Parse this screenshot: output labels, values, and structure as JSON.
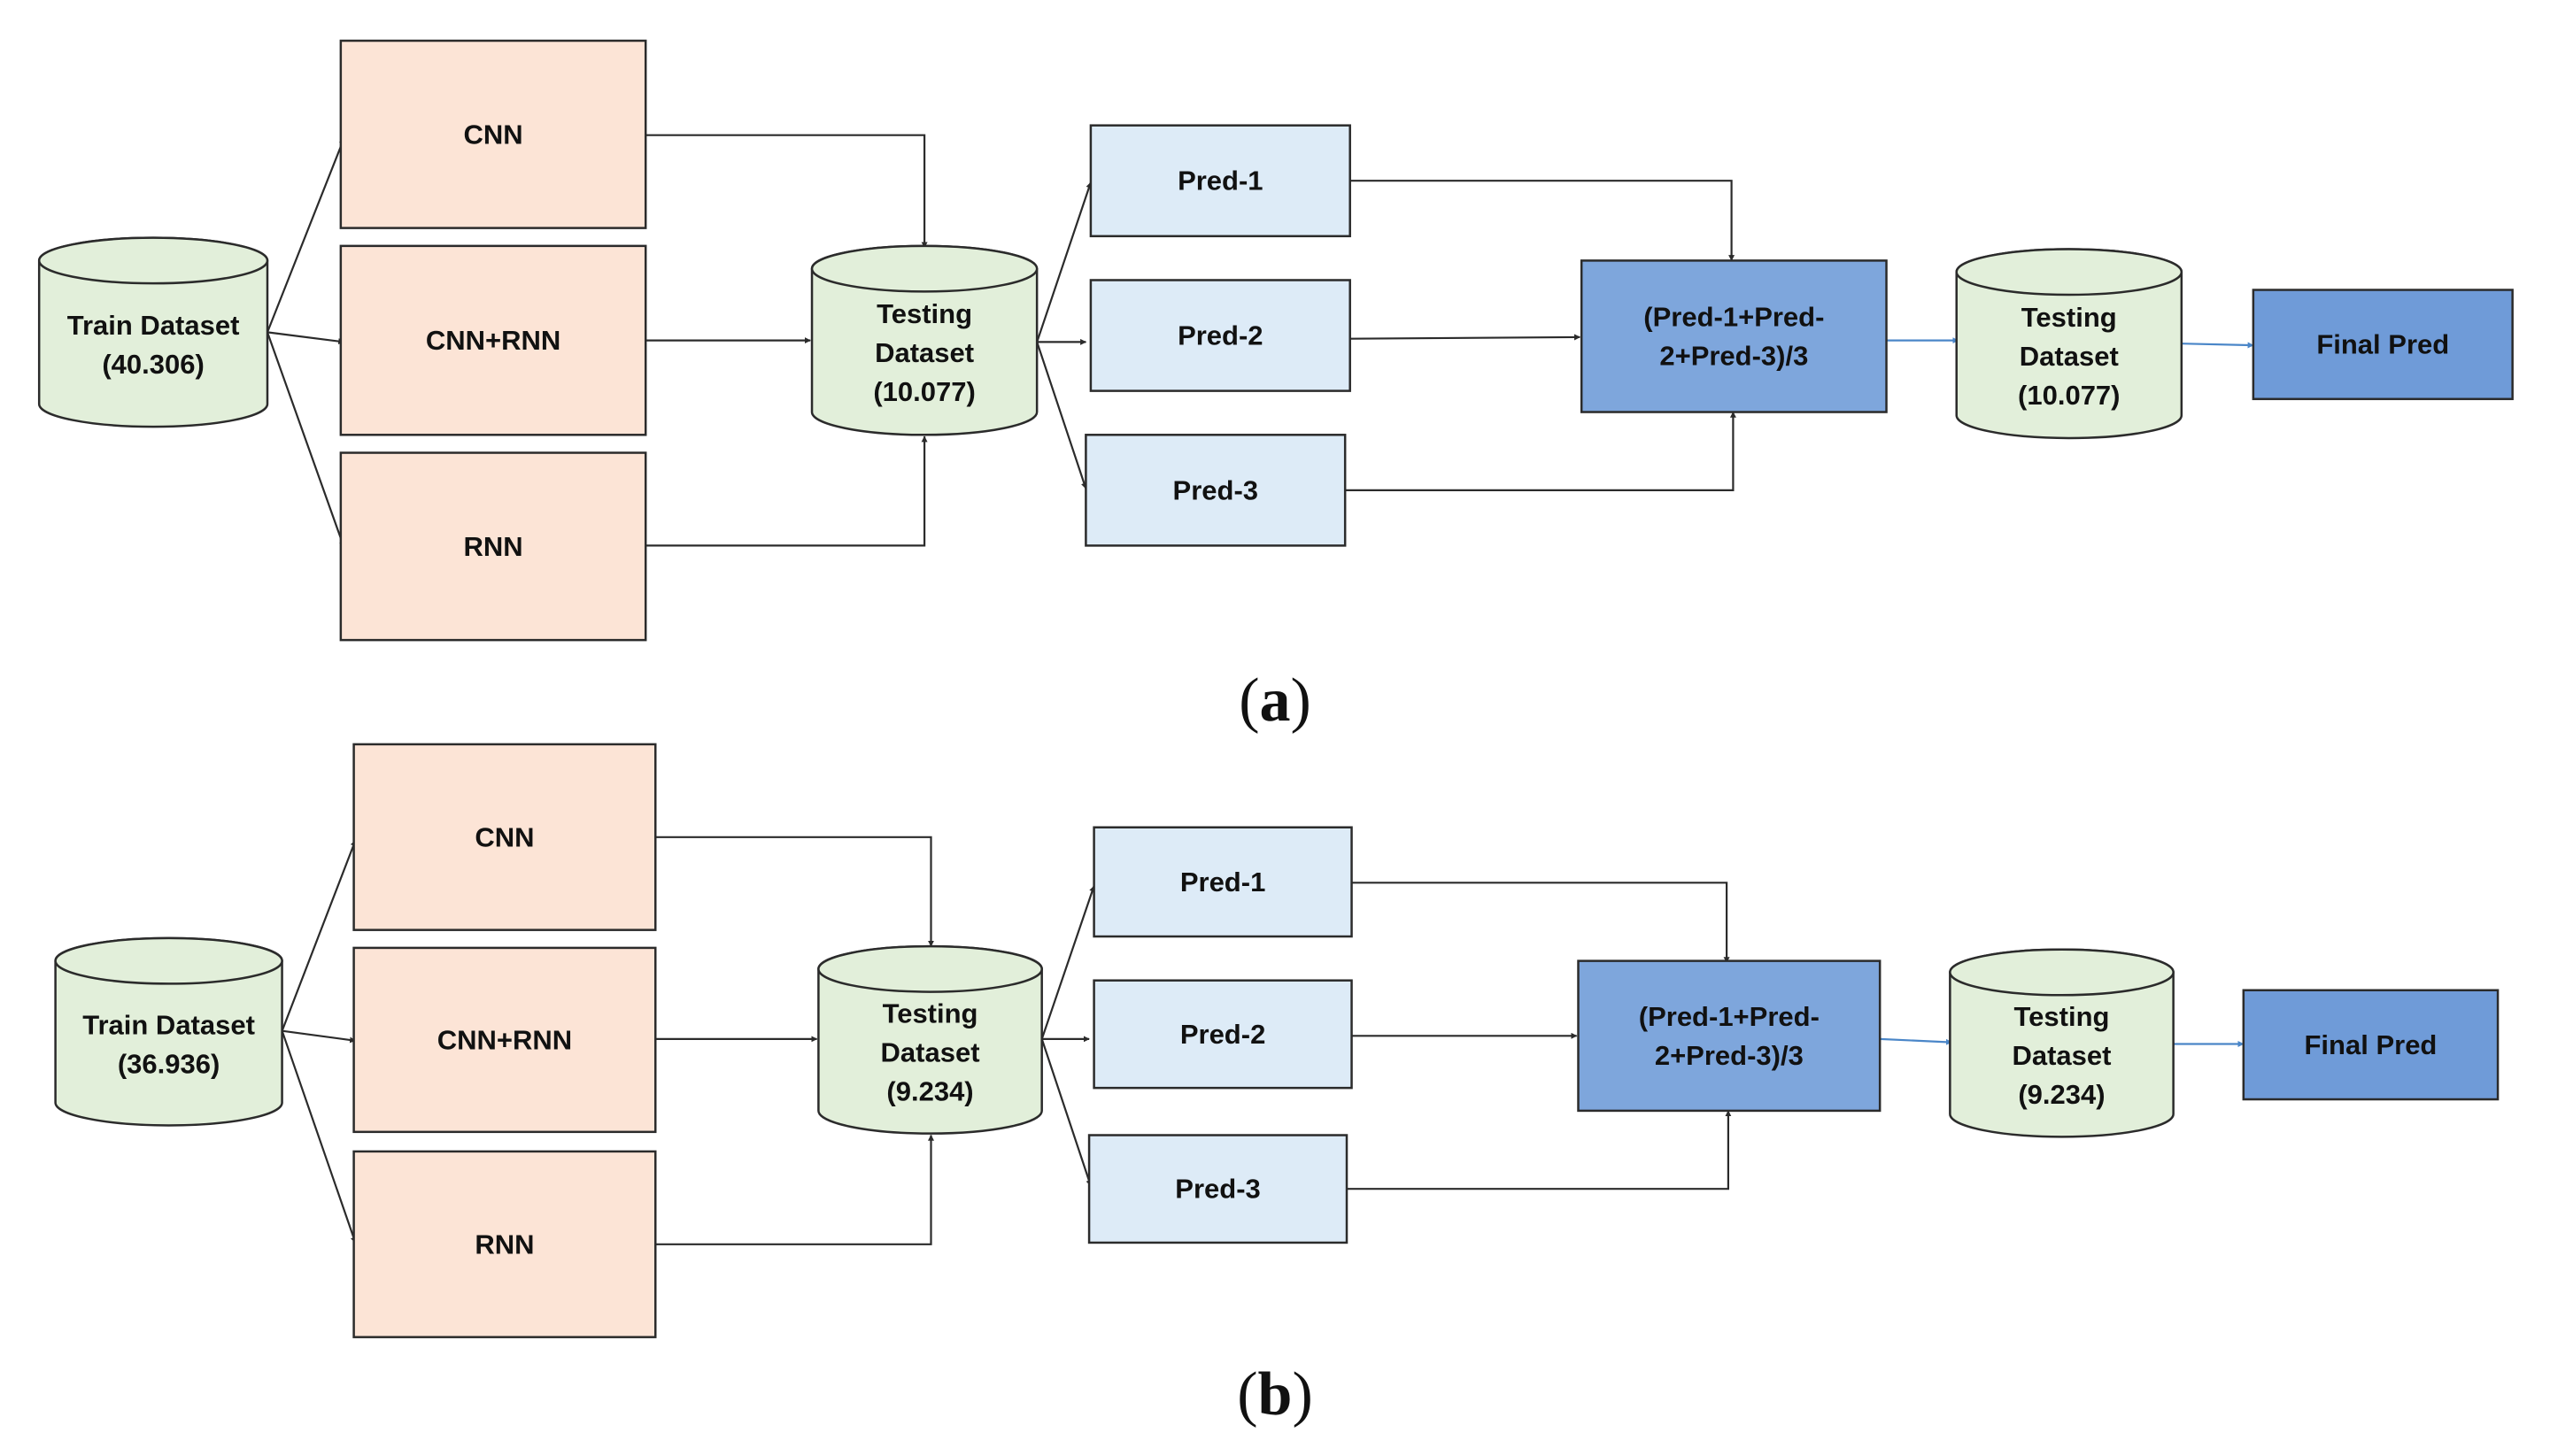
{
  "diagrams": [
    {
      "id": "a",
      "caption_open": "(",
      "caption_letter": "a",
      "caption_close": ")",
      "train": [
        "Train Dataset",
        "(40.306)"
      ],
      "models": [
        "CNN",
        "CNN+RNN",
        "RNN"
      ],
      "testing": [
        "Testing",
        "Dataset",
        "(10.077)"
      ],
      "preds": [
        "Pred-1",
        "Pred-2",
        "Pred-3"
      ],
      "avg": [
        "(Pred-1+Pred-",
        "2+Pred-3)/3"
      ],
      "testing2": [
        "Testing",
        "Dataset",
        "(10.077)"
      ],
      "final": "Final Pred"
    },
    {
      "id": "b",
      "caption_open": "(",
      "caption_letter": "b",
      "caption_close": ")",
      "train": [
        "Train Dataset",
        "(36.936)"
      ],
      "models": [
        "CNN",
        "CNN+RNN",
        "RNN"
      ],
      "testing": [
        "Testing",
        "Dataset",
        "(9.234)"
      ],
      "preds": [
        "Pred-1",
        "Pred-2",
        "Pred-3"
      ],
      "avg": [
        "(Pred-1+Pred-",
        "2+Pred-3)/3"
      ],
      "testing2": [
        "Testing",
        "Dataset",
        "(9.234)"
      ],
      "final": "Final Pred"
    }
  ],
  "colors": {
    "model_fill": "#fce4d6",
    "cylinder_fill": "#e2efda",
    "pred_fill": "#ddebf7",
    "avg_fill": "#7ea6dc",
    "final_fill": "#6f9bd8",
    "stroke": "#2b2b2b",
    "blue_arrow": "#4a86c8"
  }
}
